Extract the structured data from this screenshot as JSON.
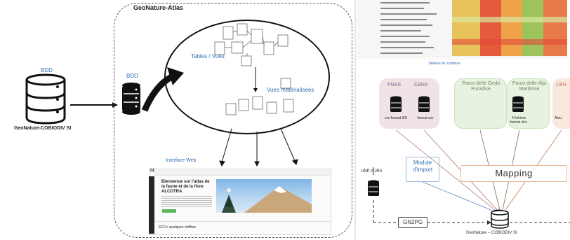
{
  "left_diagram": {
    "source_db_label": "BDD",
    "source_db_caption": "GeoNature-COBIODIV SI",
    "atlas_title": "GeoNature-Atlas",
    "atlas_db_label": "BDD",
    "tables_label": "Tables / Vues",
    "views_label": "Vues matérialisées",
    "web_label": "Interface Web",
    "web_screenshot": {
      "logo": "GDM",
      "headline": "Bienvenue sur l'atlas de la faune et de la flore ALCOTRA",
      "footer": "ECO+ quelques chiffres"
    }
  },
  "right_diagram": {
    "sources": [
      {
        "label": "PNAS",
        "caption": "csv format GN"
      },
      {
        "label": "CBNA",
        "caption": "format csv"
      },
      {
        "label": "Parco delle Orobi Puradise",
        "caption": ""
      },
      {
        "label": "Parco delle Alpi Marittime",
        "caption": "4 fichiers format xlsx"
      },
      {
        "label": "CBN",
        "caption": "Aleu"
      }
    ],
    "module_label": "Module d'import",
    "mapping_label": "Mapping",
    "unp_label": "UNP AURA",
    "gn2pg_label": "GN2PG",
    "target_caption": "GeoNature – COBIODIV SI",
    "table_caption": "Tableau de synthèse"
  },
  "colors": {
    "accent_blue": "#2f6fb5",
    "red_box": "#efe3e5",
    "green_box": "#e7f2e1",
    "orange_box": "#f9e8dd",
    "mapping_border": "#e8b79a"
  }
}
